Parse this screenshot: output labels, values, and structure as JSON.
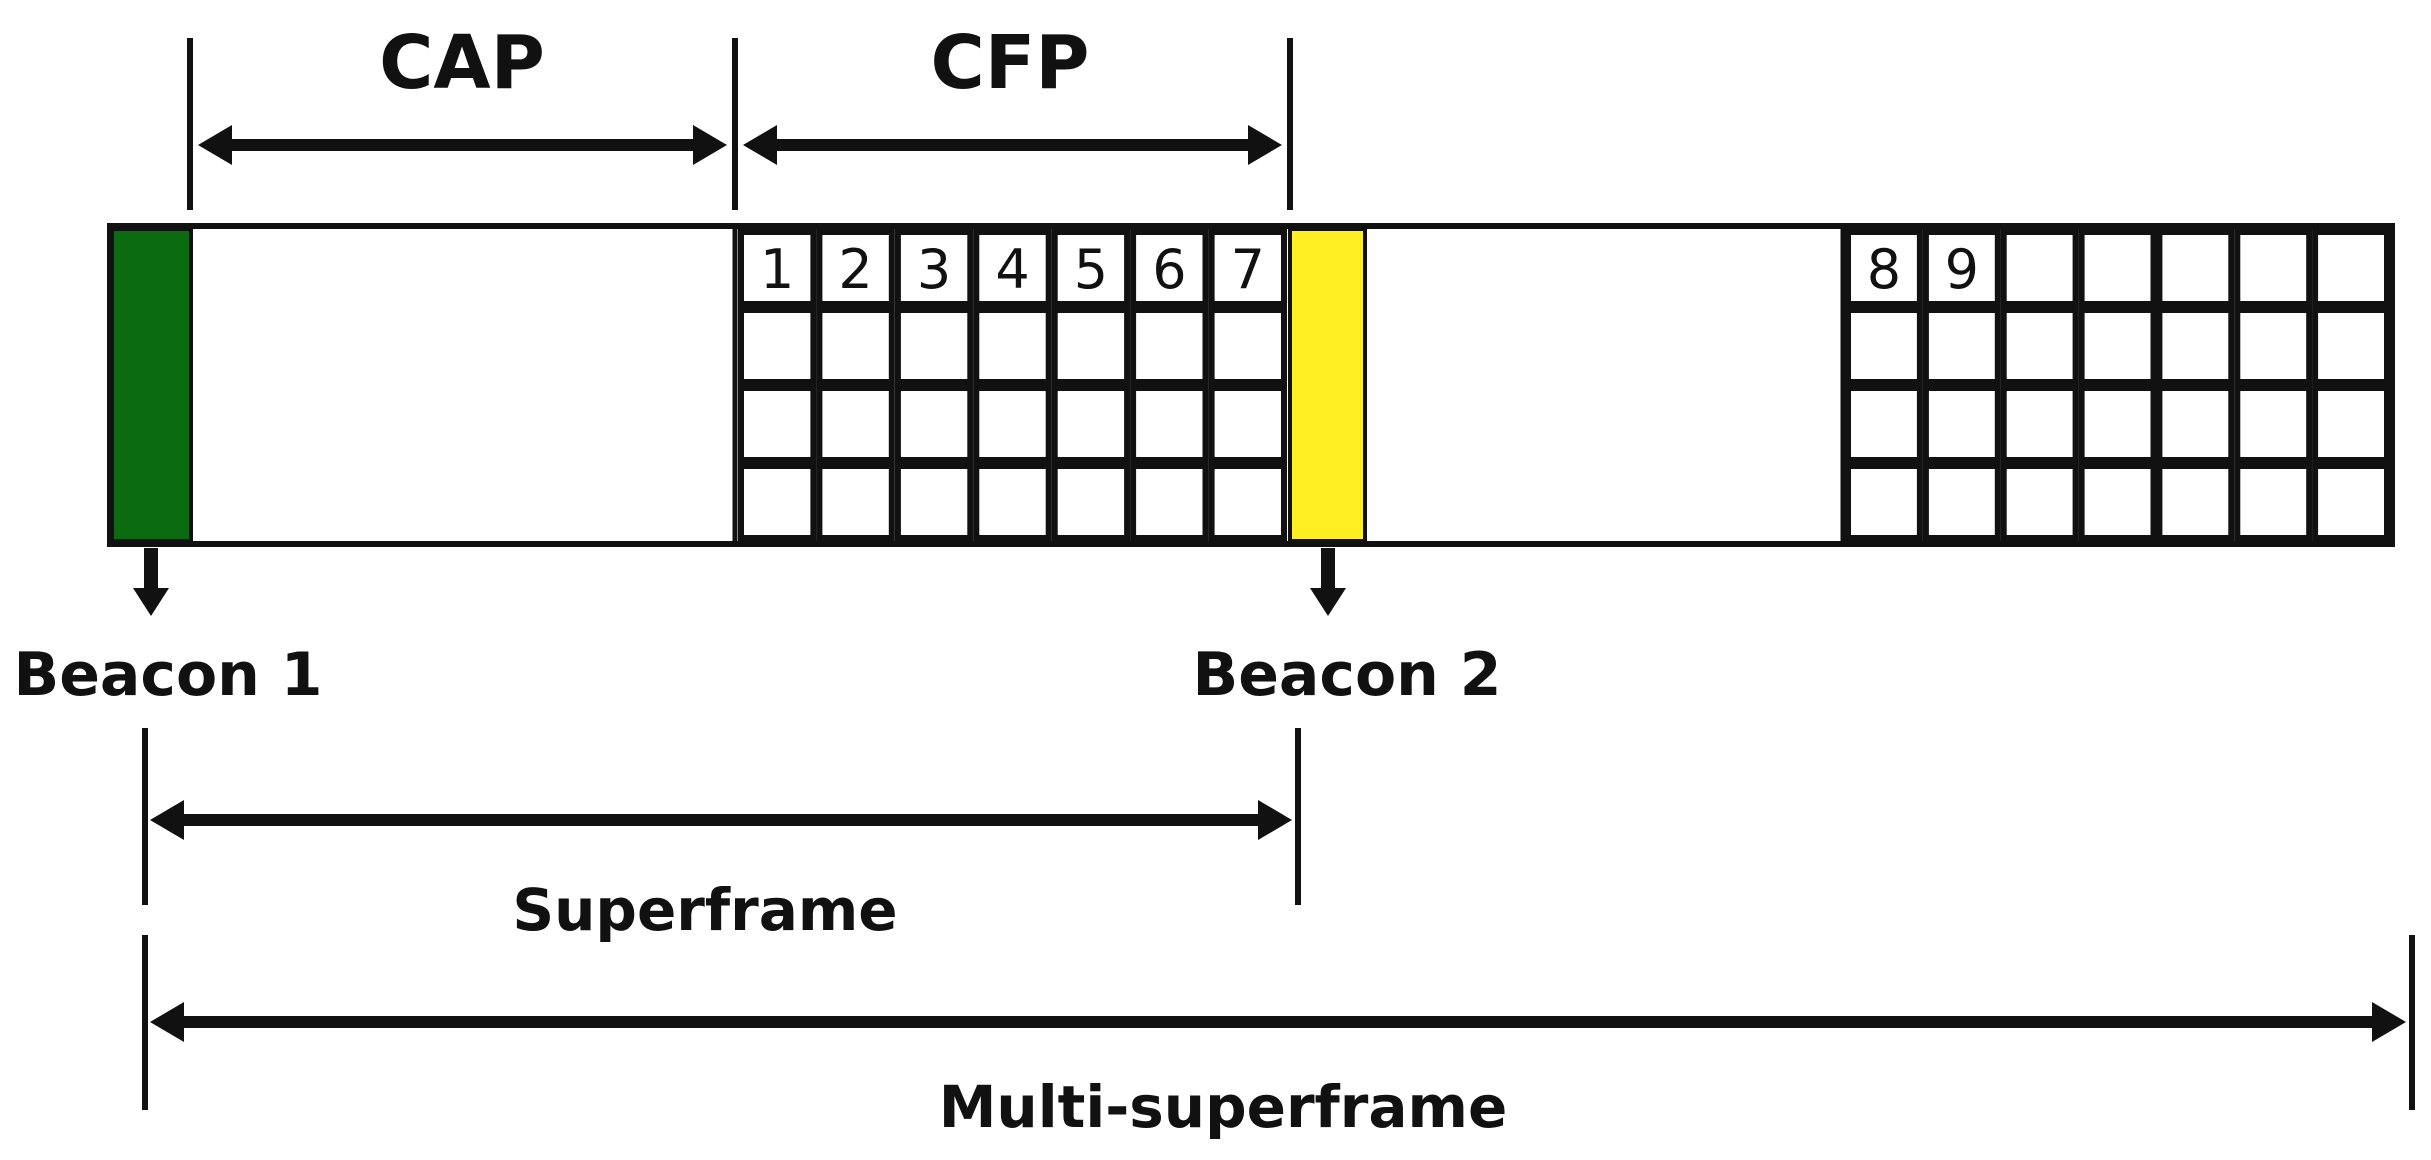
{
  "labels": {
    "cap": "CAP",
    "cfp": "CFP",
    "beacon_1": "Beacon 1",
    "beacon_2": "Beacon 2",
    "superframe": "Superframe",
    "multi_superframe": "Multi-superframe"
  },
  "superframe_1": {
    "slot_numbers": [
      "1",
      "2",
      "3",
      "4",
      "5",
      "6",
      "7"
    ]
  },
  "superframe_2": {
    "slot_numbers": [
      "8",
      "9",
      "",
      "",
      "",
      "",
      ""
    ]
  },
  "colors": {
    "beacon_1": "#0b6b10",
    "beacon_2": "#ffee22",
    "line": "#111111",
    "background": "#ffffff"
  }
}
